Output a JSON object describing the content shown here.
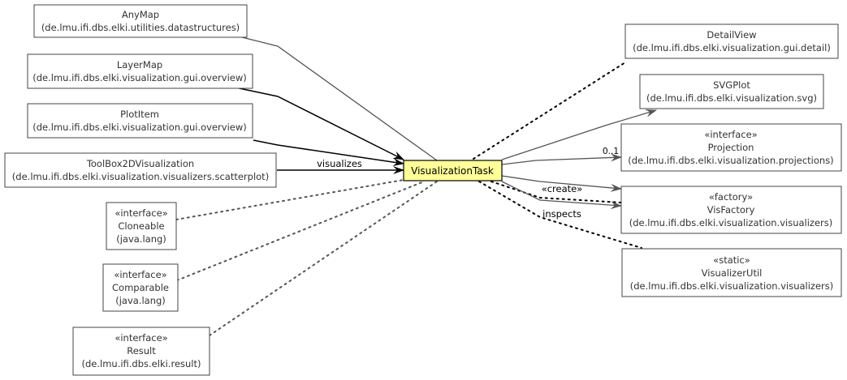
{
  "main": {
    "label": "VisualizationTask"
  },
  "nodes": {
    "anymap": {
      "line1": "AnyMap",
      "line2": "(de.lmu.ifi.dbs.elki.utilities.datastructures)"
    },
    "layermap": {
      "line1": "LayerMap",
      "line2": "(de.lmu.ifi.dbs.elki.visualization.gui.overview)"
    },
    "plotitem": {
      "line1": "PlotItem",
      "line2": "(de.lmu.ifi.dbs.elki.visualization.gui.overview)"
    },
    "toolbox": {
      "line1": "ToolBox2DVisualization",
      "line2": "(de.lmu.ifi.dbs.elki.visualization.visualizers.scatterplot)"
    },
    "cloneable": {
      "line1": "«interface»",
      "line2": "Cloneable",
      "line3": "(java.lang)"
    },
    "comparable": {
      "line1": "«interface»",
      "line2": "Comparable",
      "line3": "(java.lang)"
    },
    "result": {
      "line1": "«interface»",
      "line2": "Result",
      "line3": "(de.lmu.ifi.dbs.elki.result)"
    },
    "detailview": {
      "line1": "DetailView",
      "line2": "(de.lmu.ifi.dbs.elki.visualization.gui.detail)"
    },
    "svgplot": {
      "line1": "SVGPlot",
      "line2": "(de.lmu.ifi.dbs.elki.visualization.svg)"
    },
    "projection": {
      "line1": "«interface»",
      "line2": "Projection",
      "line3": "(de.lmu.ifi.dbs.elki.visualization.projections)"
    },
    "visfactory": {
      "line1": "«factory»",
      "line2": "VisFactory",
      "line3": "(de.lmu.ifi.dbs.elki.visualization.visualizers)"
    },
    "visualizerutil": {
      "line1": "«static»",
      "line2": "VisualizerUtil",
      "line3": "(de.lmu.ifi.dbs.elki.visualization.visualizers)"
    }
  },
  "edge_labels": {
    "visualizes": "visualizes",
    "multiplicity": "0..1",
    "create": "«create»",
    "inspects": "inspects"
  }
}
